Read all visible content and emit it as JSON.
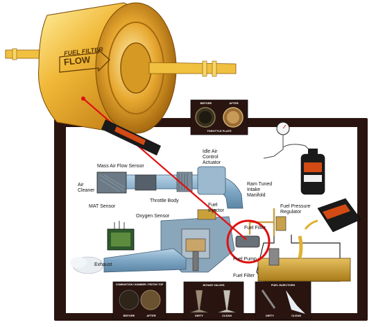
{
  "filter": {
    "brand_text_1": "FUEL FILTER",
    "brand_text_2": "FLOW"
  },
  "components": {
    "mass_air_flow_sensor": "Mass Air Flow Sensor",
    "air_cleaner": "Air Cleaner",
    "mat_sensor": "MAT Sensor",
    "throttle_body": "Throttle Body",
    "idle_air_control_actuator": "Idle Air Control Actuator",
    "ram_tuned_intake_manifold": "Ram Tuned Intake Manifold",
    "oxygen_sensor": "Oxygen Sensor",
    "fuel_injector": "Fuel Injector",
    "fuel_pressure_regulator": "Fuel Pressure Regulator",
    "fuel_filter": "Fuel Filter",
    "fuel_pump": "Fuel Pump",
    "fuel_filter_bottom": "Fuel Filter",
    "exhaust": "Exhaust"
  },
  "insets": {
    "throttle_plate": {
      "title": "THROTTLE PLATE",
      "before": "BEFORE",
      "after": "AFTER"
    },
    "combustion": {
      "title": "COMBUSTION CHAMBER / PISTON TOP",
      "before": "BEFORE",
      "after": "AFTER"
    },
    "intake_valves": {
      "title": "INTAKE VALVES",
      "dirty": "DIRTY",
      "clean": "CLEAN"
    },
    "fuel_injectors": {
      "title": "FUEL INJECTORS",
      "dirty": "DIRTY",
      "clean": "CLEAN"
    }
  },
  "colors": {
    "frame": "#2a1410",
    "pipe": "#8fb4cf",
    "fuel": "#c89a2a",
    "highlight": "#e01010",
    "filter_gold": "#e0a52a"
  }
}
